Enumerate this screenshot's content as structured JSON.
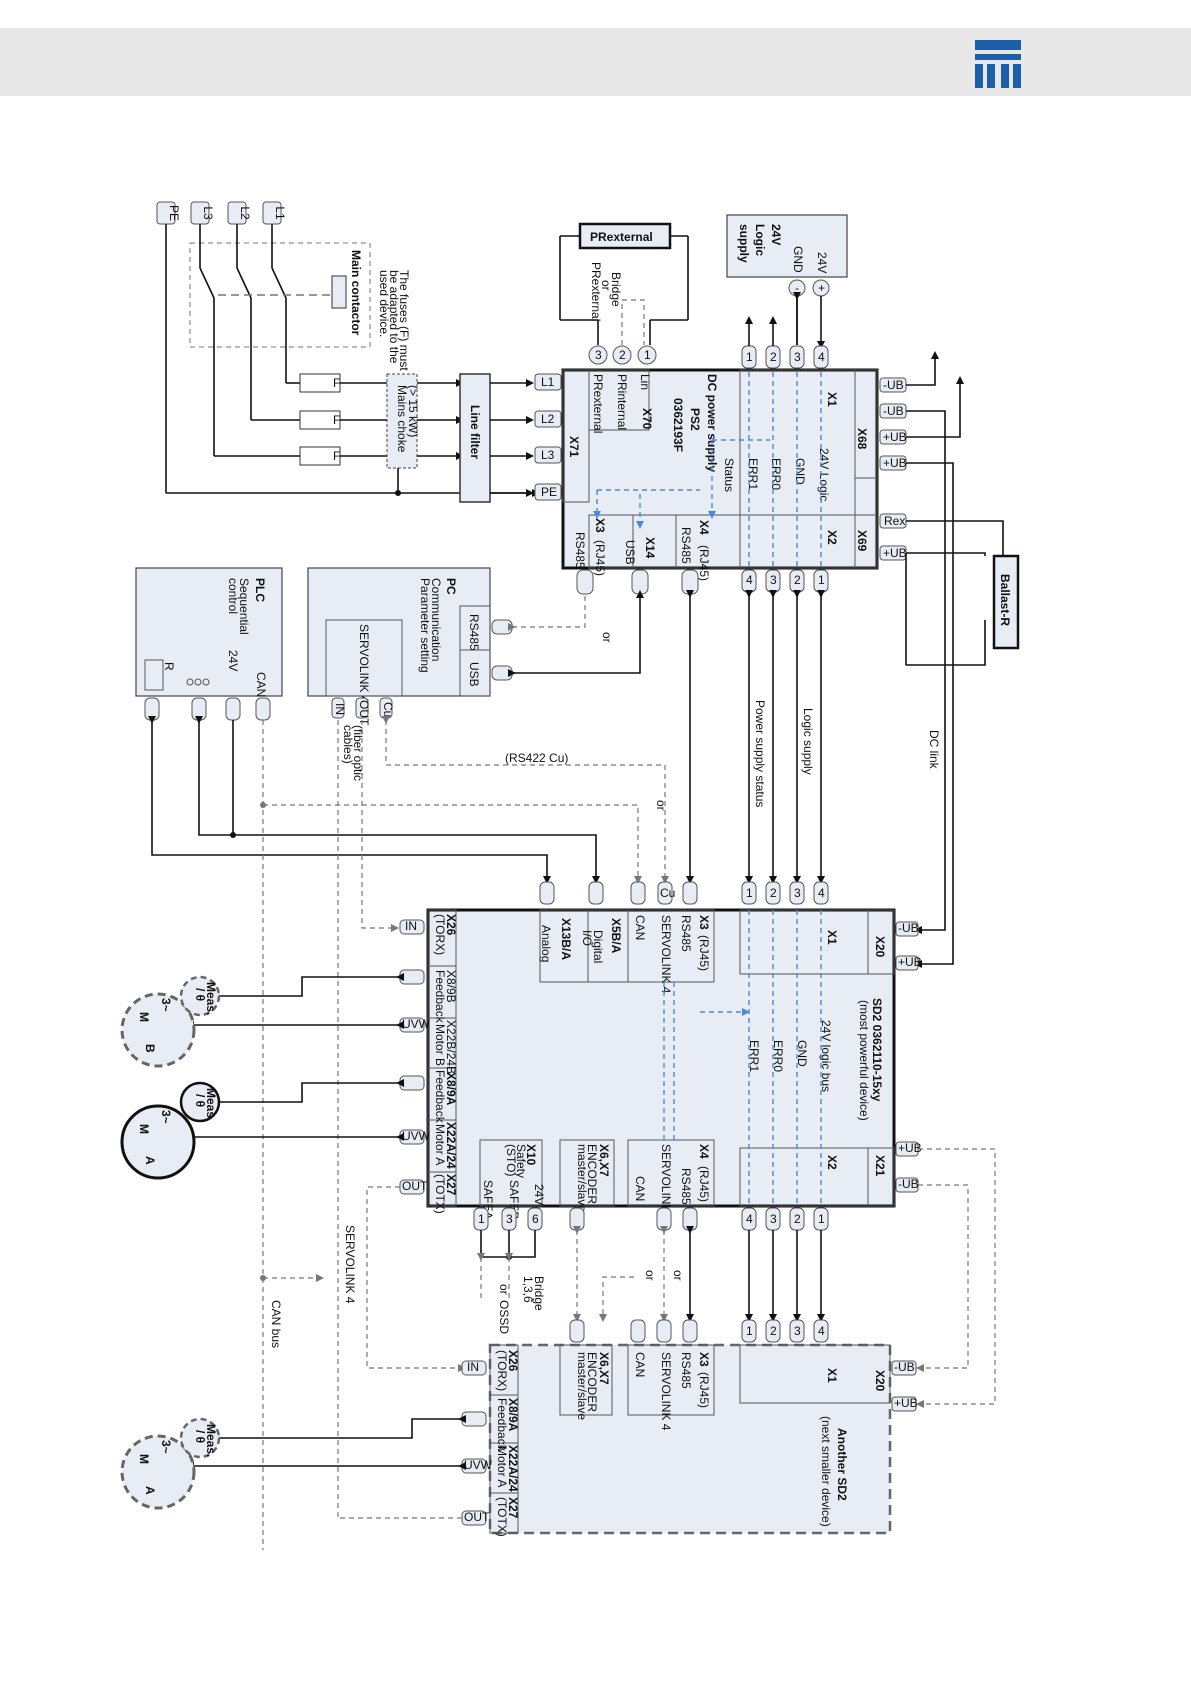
{
  "diagram": {
    "main_contactor": "Main contactor",
    "fuse_note": [
      "The fuses (F) must",
      "be adapted to the",
      "used device."
    ],
    "fuse_label": "F",
    "mains_lines": [
      "L1",
      "L2",
      "L3",
      "PE"
    ],
    "mains_choke": [
      "Mains choke",
      "(> 15 kW)"
    ],
    "line_filter": "Line filter",
    "prexternal_title": "PRexternal",
    "bridge_note": [
      "Bridge",
      "or",
      "PRexternal"
    ],
    "logic_supply": [
      "24V",
      "Logic",
      "supply"
    ],
    "logic_pins": [
      "24V",
      "GND"
    ],
    "logic_signs": [
      "+",
      "-"
    ],
    "ps2": {
      "title": [
        "DC power supply",
        "PS2",
        "0362193F"
      ],
      "x71": "X71",
      "x70": "X70",
      "x70_labels": [
        "Lin",
        "PRinternal",
        "PRexternal"
      ],
      "x1": "X1",
      "x1_signals": [
        "24V Logic",
        "GND",
        "ERR0",
        "ERR1",
        "Status"
      ],
      "x68": "X68",
      "x69": "X69",
      "x2": "X2",
      "x4": "X4",
      "x4_sub": "(RJ45)",
      "x4_label": "RS485",
      "x14": "X14",
      "x14_label": "USB",
      "x3": "X3",
      "x3_sub": "(RJ45)",
      "x3_label": "RS485",
      "dc_terms": [
        "-UB",
        "-UB",
        "+UB",
        "+UB",
        "Rex",
        "+UB"
      ]
    },
    "ballast": "Ballast-R",
    "or_label": "or",
    "pc": {
      "title": "PC",
      "sub": [
        "Communication",
        "Parameter setting"
      ],
      "rs485": "RS485",
      "usb": "USB",
      "servolink": "SERVOLINK 4",
      "ports": [
        "IN",
        "OUT",
        "Cu"
      ]
    },
    "plc": {
      "title": "PLC",
      "sub": [
        "Sequential",
        "control"
      ],
      "v24": "24V",
      "can": "CAN",
      "r": "R"
    },
    "labels": {
      "dc_link": "DC link",
      "logic_supply": "Logic supply",
      "power_supply_status": "Power supply status",
      "rs422": "(RS422 Cu)",
      "fiber": [
        "(fiber optic",
        "cables)"
      ],
      "servolink4": "SERVOLINK 4",
      "can_bus": "CAN bus",
      "bridge136": [
        "Bridge",
        "1,3,6"
      ],
      "ossd": "OSSD"
    },
    "sd2": {
      "title": "SD2 0362110-15xy",
      "sub": "(most powerful device)",
      "x20": "X20",
      "x21": "X21",
      "x1": "X1",
      "x2": "X2",
      "signals": [
        "24V logic bus",
        "GND",
        "ERR0",
        "ERR1"
      ],
      "x3": "X3",
      "x3_sub": "(RJ45)",
      "x3_lines": [
        "RS485",
        "SERVOLINK 4"
      ],
      "x4": "X4",
      "x4_sub": "(RJ45)",
      "x4_lines": [
        "RS485",
        "SERVOLINK 4"
      ],
      "can": "CAN",
      "x5b": "X5B/A",
      "x5b_sub": [
        "Digital",
        "I/O"
      ],
      "x13": "X13B/A",
      "x13_sub": "Analog",
      "x26": "X26",
      "x26_sub": "(TORX)",
      "x8b": "X8/9B",
      "x8b_sub": "Feedback",
      "x22b": "X22B/24B",
      "x22b_sub": "Motor B",
      "x8a": "X8/9A",
      "x8a_sub": "Feedback",
      "x22a": "X22A/24",
      "x22a_sub": "Motor A",
      "x27": "X27",
      "x27_sub": "(TOTX)",
      "x10": "X10",
      "x10_sub": [
        "Safety",
        "(STO)"
      ],
      "x10_pins": [
        "24V",
        "SAFEB",
        "SAFEA"
      ],
      "x67": "X6,X7",
      "x67_sub": [
        "ENCODER",
        "master/slave"
      ],
      "ub_terms": [
        "-UB",
        "+UB",
        "+UB",
        "-UB"
      ],
      "ports": [
        "IN",
        "UVW",
        "UVW",
        "OUT",
        "Cu"
      ]
    },
    "another": {
      "title": "Another SD2",
      "sub": "(next smaller device)",
      "x20": "X20",
      "x1": "X1",
      "x3": "X3",
      "x3_sub": "(RJ45)",
      "x3_lines": [
        "RS485",
        "SERVOLINK 4"
      ],
      "can": "CAN",
      "x67": "X6,X7",
      "x67_sub": [
        "ENCODER",
        "master/slave"
      ],
      "x26": "X26",
      "x26_sub": "(TORX)",
      "x8a": "X8/9A",
      "x8a_sub": "Feedback",
      "x22a": "X22A/24",
      "x22a_sub": "Motor A",
      "x27": "X27",
      "x27_sub": "(TOTX)",
      "ub_terms": [
        "-UB",
        "+UB"
      ],
      "ports": [
        "IN",
        "UVW",
        "OUT"
      ]
    },
    "motor": {
      "phase": "3~",
      "m": "M",
      "sub_a": "A",
      "sub_b": "B",
      "meas": [
        "Meas.",
        "/ θ"
      ]
    },
    "pins": [
      "1",
      "2",
      "3",
      "4",
      "6"
    ]
  }
}
